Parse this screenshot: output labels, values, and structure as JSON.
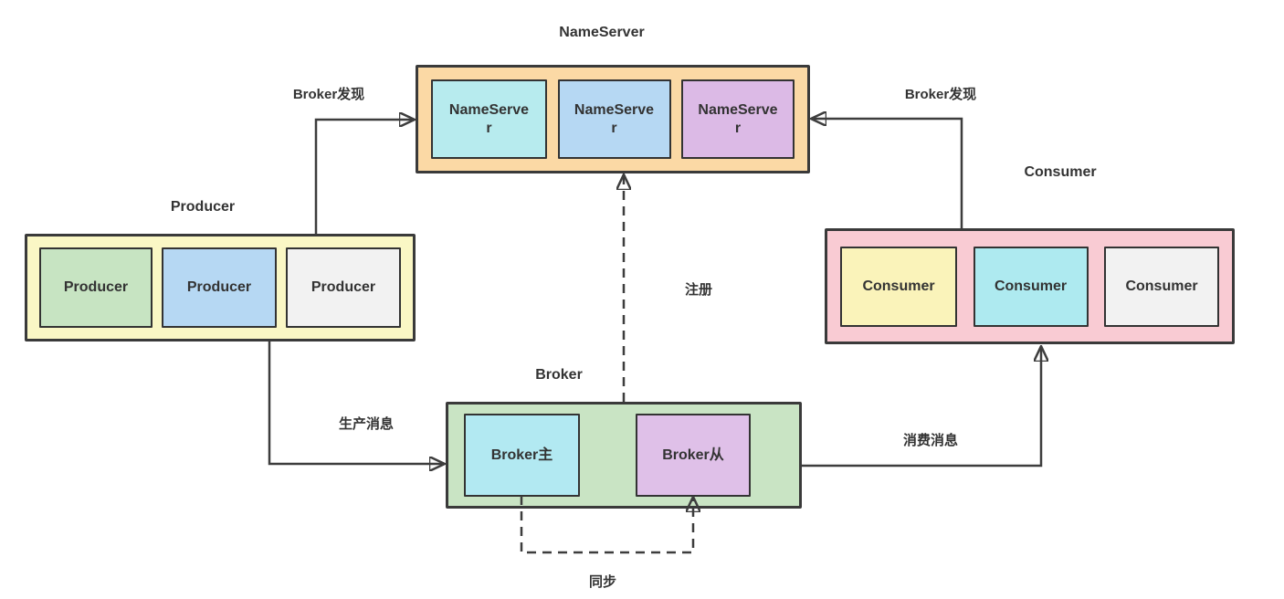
{
  "diagram": {
    "background": "#ffffff",
    "border_color": "#3a3a3a",
    "line_color": "#3d3d3d",
    "text_color": "#333333",
    "clusters": {
      "nameserver": {
        "title": "NameServer",
        "container_color": "#fbd9a5",
        "items": [
          {
            "label": "NameServer",
            "color": "#b7ebee"
          },
          {
            "label": "NameServer",
            "color": "#b6d8f3"
          },
          {
            "label": "NameServer",
            "color": "#dcbae6"
          }
        ]
      },
      "producer": {
        "title": "Producer",
        "container_color": "#faf7c5",
        "items": [
          {
            "label": "Producer",
            "color": "#c7e4c2"
          },
          {
            "label": "Producer",
            "color": "#b6d8f3"
          },
          {
            "label": "Producer",
            "color": "#f2f2f2"
          }
        ]
      },
      "consumer": {
        "title": "Consumer",
        "container_color": "#f9cbd3",
        "items": [
          {
            "label": "Consumer",
            "color": "#faf3ba"
          },
          {
            "label": "Consumer",
            "color": "#aeeaf0"
          },
          {
            "label": "Consumer",
            "color": "#f2f2f2"
          }
        ]
      },
      "broker": {
        "title": "Broker",
        "container_color": "#c9e4c4",
        "items": [
          {
            "label": "Broker主",
            "color": "#b2e9f2"
          },
          {
            "label": "Broker从",
            "color": "#dfc0e8"
          }
        ]
      }
    },
    "edges": {
      "discovery_left": {
        "label": "Broker发现",
        "from": "producer",
        "to": "nameserver",
        "style": "solid"
      },
      "discovery_right": {
        "label": "Broker发现",
        "from": "consumer",
        "to": "nameserver",
        "style": "solid"
      },
      "register": {
        "label": "注册",
        "from": "broker",
        "to": "nameserver",
        "style": "dashed"
      },
      "produce": {
        "label": "生产消息",
        "from": "producer",
        "to": "broker",
        "style": "solid"
      },
      "consume": {
        "label": "消费消息",
        "from": "broker",
        "to": "consumer",
        "style": "solid"
      },
      "sync": {
        "label": "同步",
        "from": "broker-master",
        "to": "broker-slave",
        "style": "dashed"
      }
    }
  }
}
